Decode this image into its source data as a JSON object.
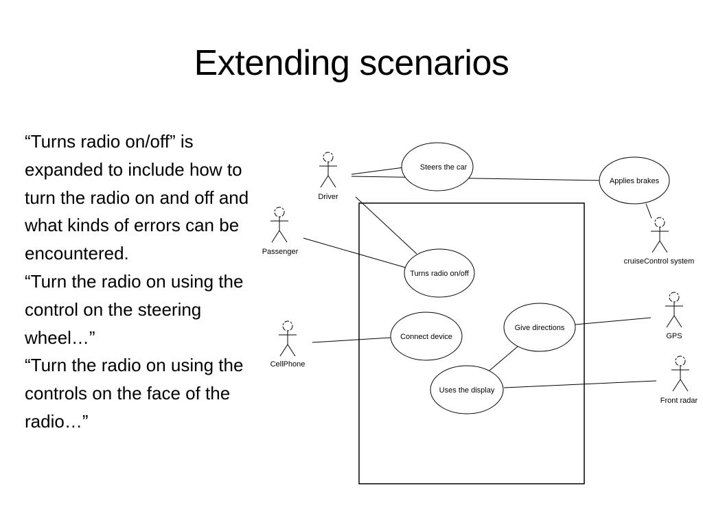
{
  "slide": {
    "title": "Extending scenarios",
    "body": [
      "“Turns radio on/off” is expanded to include how to turn the radio on and off and what kinds of errors can be encountered.",
      "“Turn the radio on using the control on the steering wheel…”",
      "“Turn the radio on using the controls on the face of the radio…”"
    ]
  },
  "diagram": {
    "actors": {
      "driver": "Driver",
      "passenger": "Passenger",
      "cellphone": "CellPhone",
      "cruise": "cruiseControl system",
      "gps": "GPS",
      "front_radar": "Front radar"
    },
    "use_cases": {
      "steers": "Steers the car",
      "brakes": "Applies brakes",
      "radio": "Turns radio on/off",
      "connect": "Connect device",
      "directions": "Give directions",
      "display": "Uses the display"
    }
  }
}
